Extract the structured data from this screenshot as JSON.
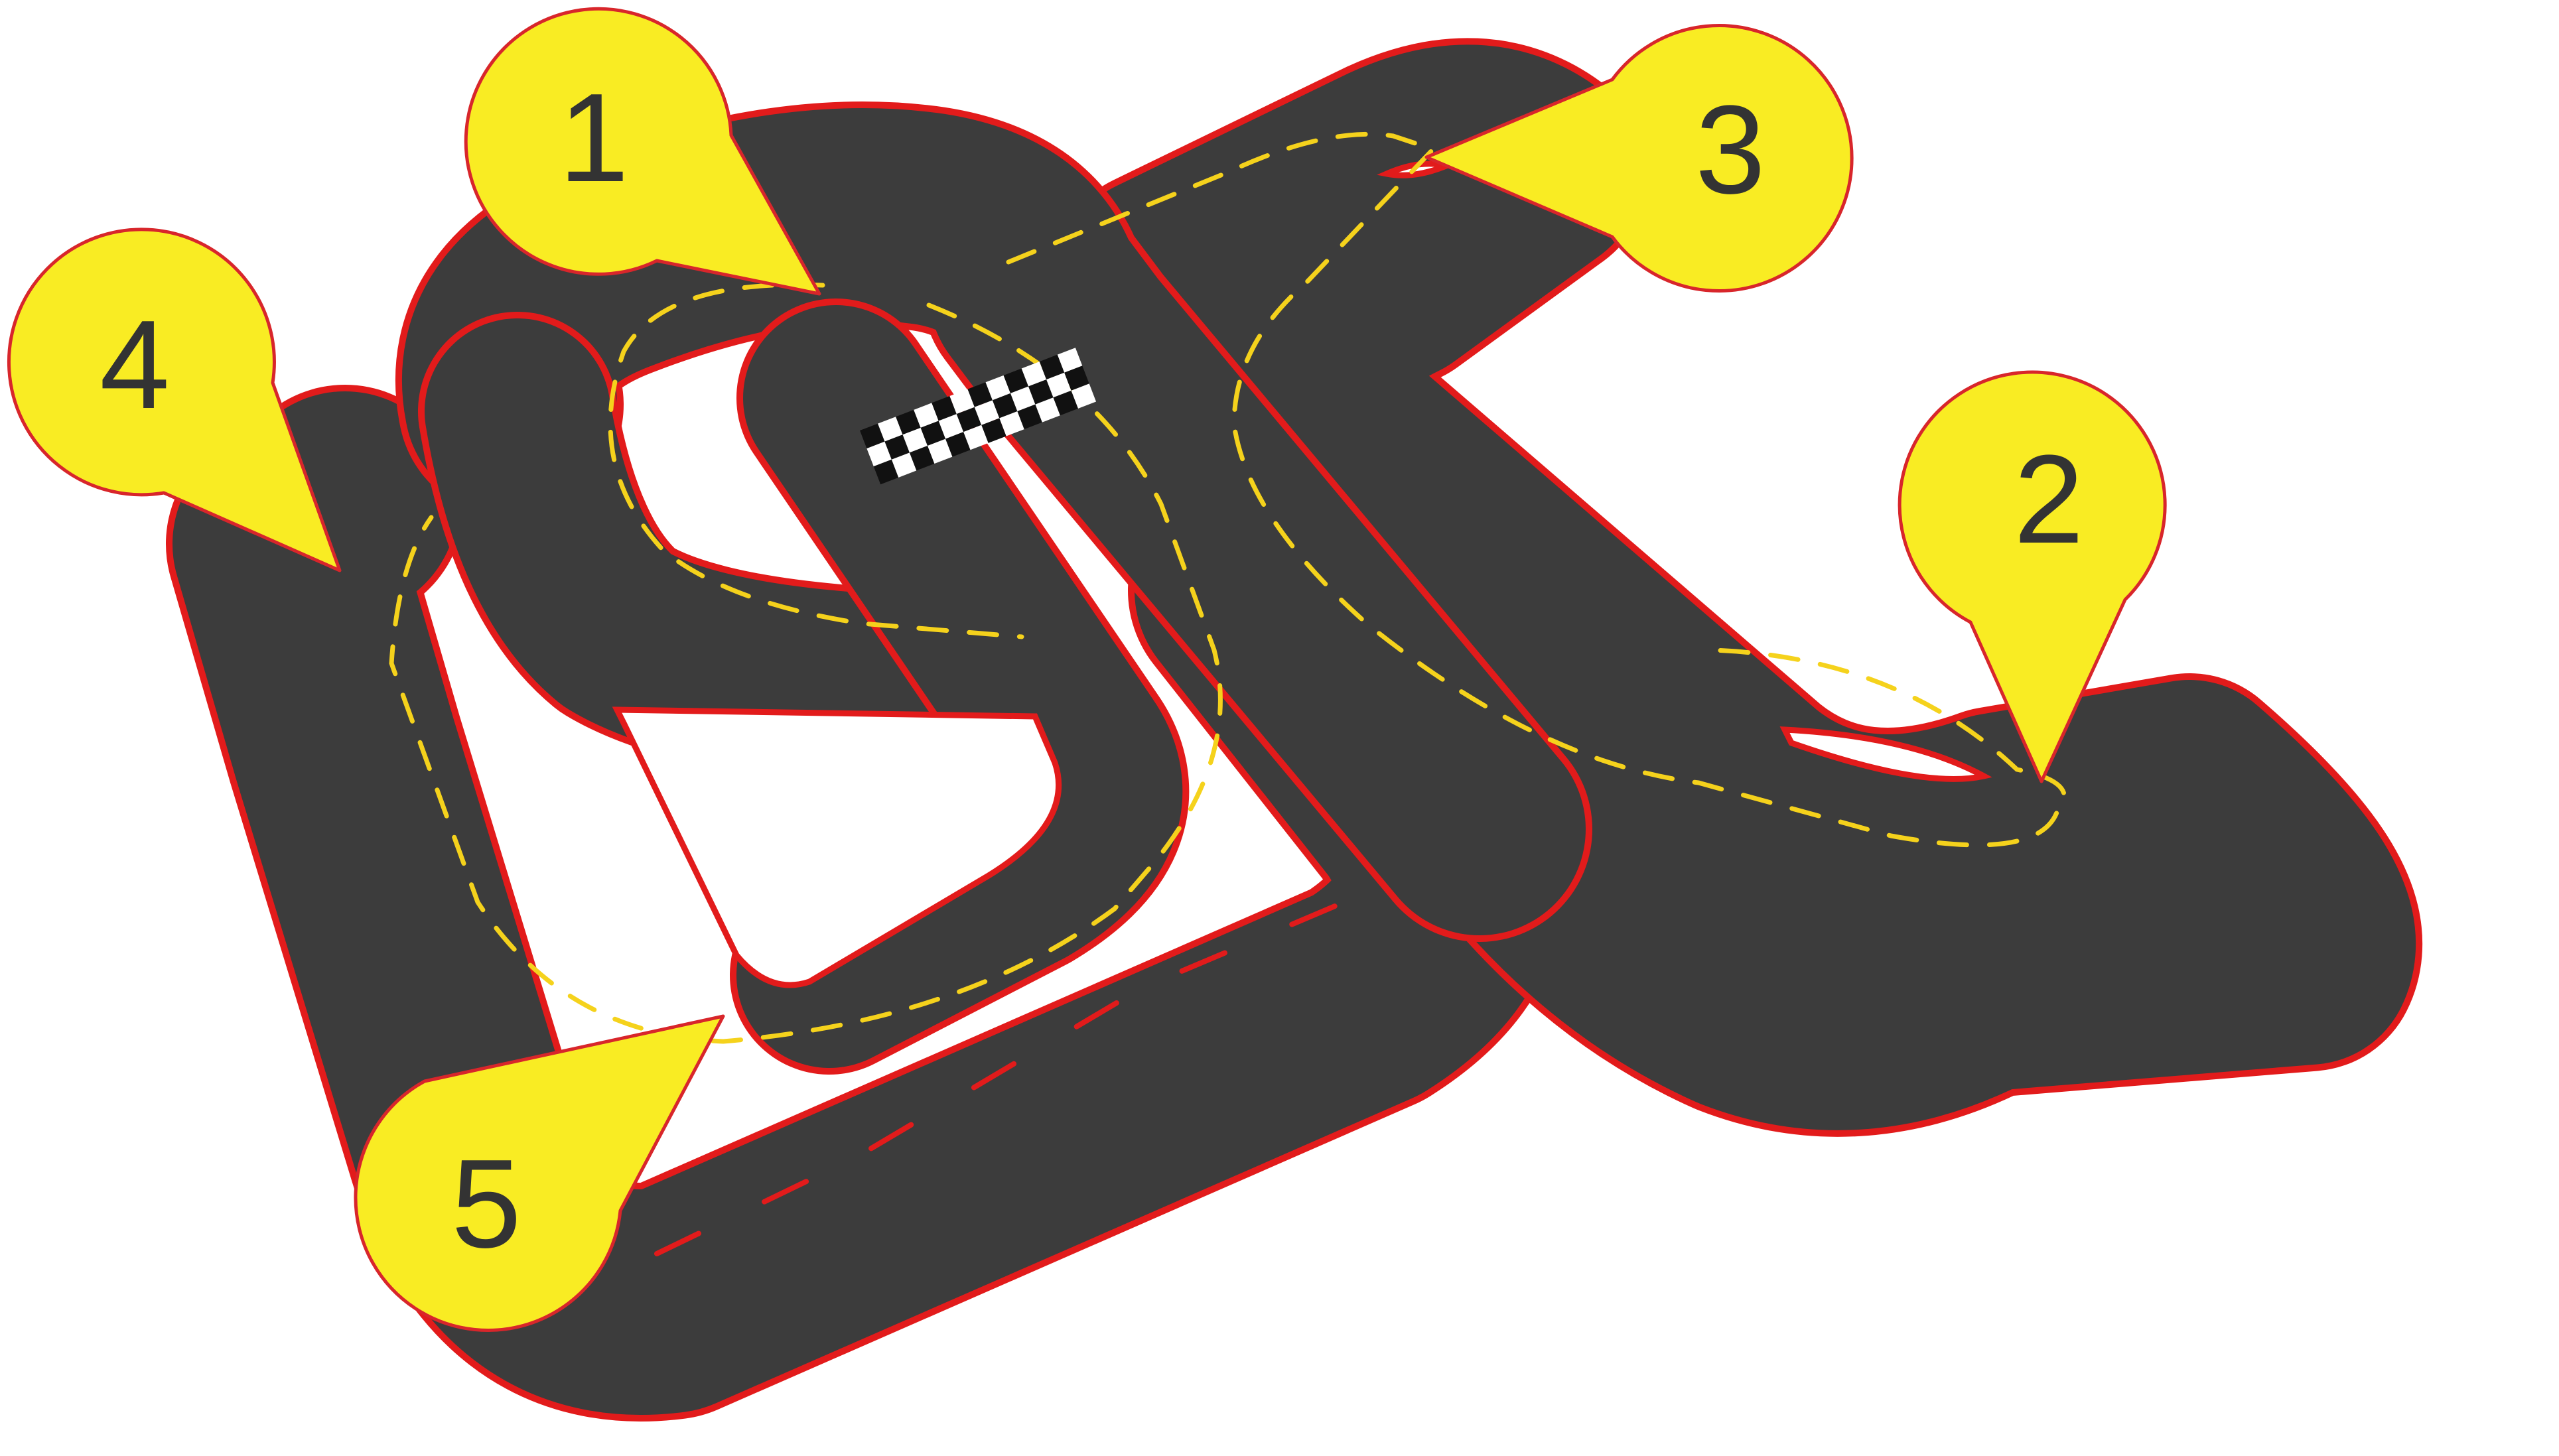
{
  "diagram": {
    "colors": {
      "asphalt": "#3c3c3c",
      "track_edge": "#e21b1b",
      "lane_marking": "#f5d21c",
      "callout_fill": "#f9ec23",
      "callout_border": "#d8262b",
      "label_text": "#333333",
      "checker_dark": "#111111",
      "checker_light": "#ffffff"
    },
    "finish_line": {
      "icon": "checkered-flag-strip",
      "rows": 3,
      "columns": 12
    },
    "callouts": [
      {
        "id": "1",
        "label": "1"
      },
      {
        "id": "2",
        "label": "2"
      },
      {
        "id": "3",
        "label": "3"
      },
      {
        "id": "4",
        "label": "4"
      },
      {
        "id": "5",
        "label": "5"
      }
    ]
  }
}
